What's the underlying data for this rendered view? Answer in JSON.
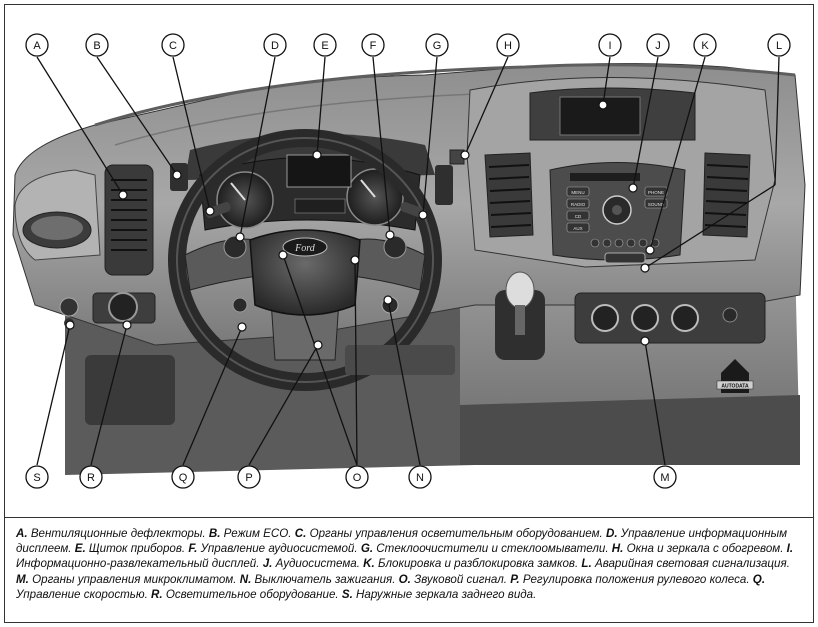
{
  "callouts": {
    "A": "A",
    "B": "B",
    "C": "C",
    "D": "D",
    "E": "E",
    "F": "F",
    "G": "G",
    "H": "H",
    "I": "I",
    "J": "J",
    "K": "K",
    "L": "L",
    "M": "M",
    "N": "N",
    "O": "O",
    "P": "P",
    "Q": "Q",
    "R": "R",
    "S": "S"
  },
  "badge": {
    "text": "AUTODATA"
  },
  "steering": {
    "logo": "Ford"
  },
  "radio_buttons": [
    "MENU",
    "RADIO",
    "CD",
    "AUX",
    "PHONE",
    "SOUND"
  ],
  "caption": [
    {
      "key": "A.",
      "text": " Вентиляционные дефлекторы. "
    },
    {
      "key": "B.",
      "text": " Режим ECO. "
    },
    {
      "key": "C.",
      "text": " Органы управления осветительным оборудованием. "
    },
    {
      "key": "D.",
      "text": " Управление информационным дисплеем. "
    },
    {
      "key": "E.",
      "text": " Щиток приборов. "
    },
    {
      "key": "F.",
      "text": " Управление аудиосистемой. "
    },
    {
      "key": "G.",
      "text": " Стеклоочистители и стеклоомыватели. "
    },
    {
      "key": "H.",
      "text": " Окна и зеркала с обогревом. "
    },
    {
      "key": "I.",
      "text": " Информационно-развлекательный дисплей. "
    },
    {
      "key": "J.",
      "text": " Аудиосистема. "
    },
    {
      "key": "K.",
      "text": " Блокировка и разблокировка замков. "
    },
    {
      "key": "L.",
      "text": " Аварийная световая сигнализация. "
    },
    {
      "key": "M.",
      "text": " Органы управления микроклиматом. "
    },
    {
      "key": "N.",
      "text": " Выключатель зажигания. "
    },
    {
      "key": "O.",
      "text": " Звуковой сигнал. "
    },
    {
      "key": "P.",
      "text": " Регулировка положения рулевого колеса. "
    },
    {
      "key": "Q.",
      "text": " Управление скоростью. "
    },
    {
      "key": "R.",
      "text": " Осветительное оборудование. "
    },
    {
      "key": "S.",
      "text": " Наружные зеркала заднего вида."
    }
  ]
}
